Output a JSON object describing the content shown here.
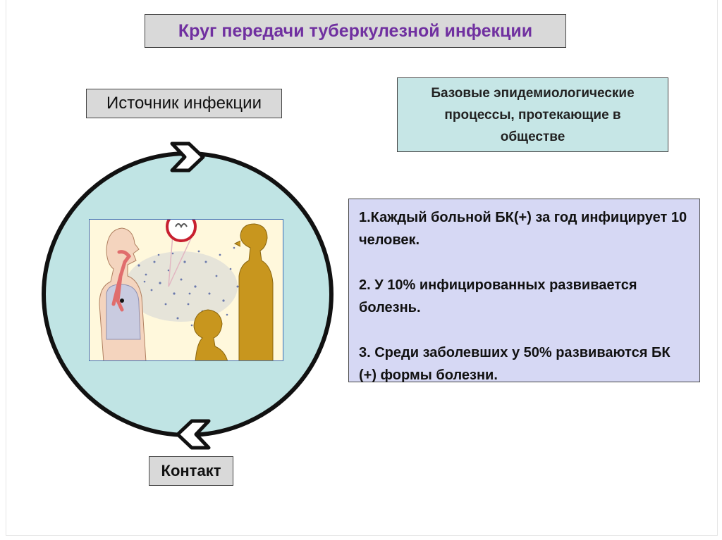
{
  "title": "Круг передачи туберкулезной инфекции",
  "source_label": "Источник инфекции",
  "contact_label": "Контакт",
  "basic_processes": "Базовые эпидемиологические процессы, протекающие в обществе",
  "facts": [
    "1.Каждый больной БК(+) за год инфицирует 10 человек.",
    "2. У 10% инфицированных развивается болезнь.",
    "3. Среди заболевших у 50% развиваются БК (+) формы болезни."
  ],
  "colors": {
    "title_text": "#7030a0",
    "circle_fill": "#c0e4e4",
    "facts_bg": "#d6d8f4",
    "basic_bg": "#c6e6e6",
    "figure_skin": "#c8961e"
  }
}
